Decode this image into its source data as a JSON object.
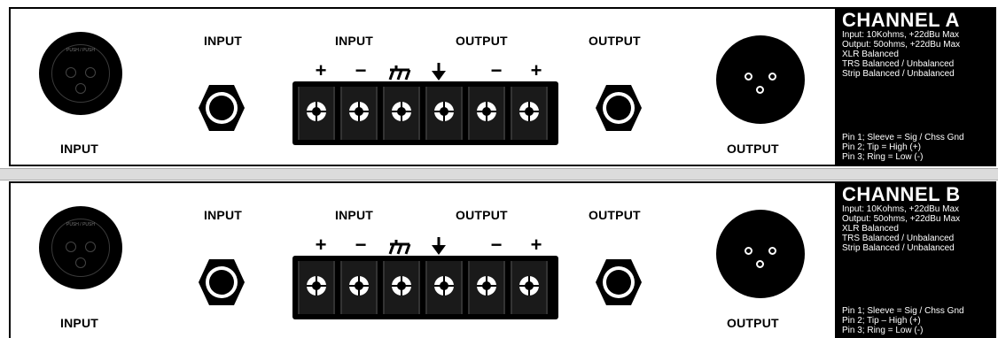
{
  "channels": [
    {
      "id": "a",
      "title": "CHANNEL A",
      "specs": [
        "Input: 10Kohms, +22dBu Max",
        "Output: 50ohms, +22dBu Max",
        "XLR Balanced",
        "TRS Balanced / Unbalanced",
        "Strip Balanced / Unbalanced"
      ],
      "pins": [
        "Pin 1; Sleeve = Sig / Chss Gnd",
        "Pin 2; Tip = High (+)",
        "Pin 3; Ring = Low (-)"
      ]
    },
    {
      "id": "b",
      "title": "CHANNEL B",
      "specs": [
        "Input: 10Kohms, +22dBu Max",
        "Output: 50ohms, +22dBu Max",
        "XLR Balanced",
        "TRS Balanced / Unbalanced",
        "Strip Balanced / Unbalanced"
      ],
      "pins": [
        "Pin 1; Sleeve = Sig / Chss Gnd",
        "Pin 2; Tip – High (+)",
        "Pin 3; Ring = Low (-)"
      ]
    }
  ],
  "labels": {
    "xlr_input": "INPUT",
    "trs_input": "INPUT",
    "strip_input": "INPUT",
    "strip_output": "OUTPUT",
    "trs_output": "OUTPUT",
    "xlr_output": "OUTPUT"
  },
  "strip_symbols": [
    "+",
    "−",
    "",
    "",
    "−",
    "+"
  ],
  "xlr_latch_text": "PUSH / PUSH",
  "icons": {
    "xlr_input": "xlr-female-connector-icon",
    "trs": "trs-jack-icon",
    "strip": "screw-terminal-icon",
    "chassis_ground": "chassis-ground-icon",
    "signal_ground": "ground-arrow-icon",
    "xlr_output": "xlr-male-connector-icon"
  },
  "colors": {
    "panel": "#ffffff",
    "info_bg": "#000000",
    "info_text": "#ffffff",
    "divider": "#dcdcdc"
  }
}
